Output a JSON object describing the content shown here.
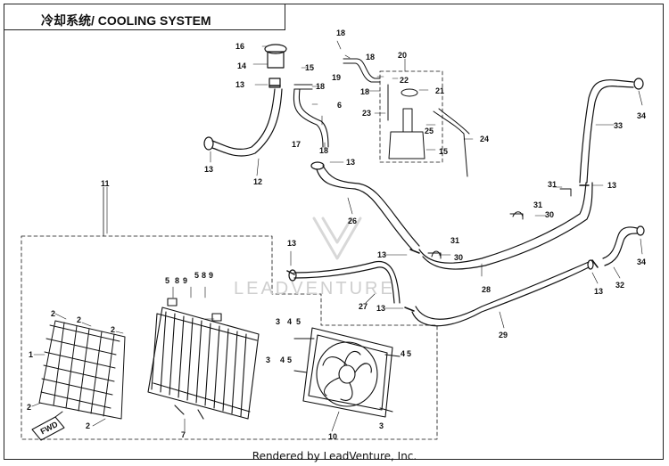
{
  "header": {
    "title": "冷却系统/ COOLING SYSTEM"
  },
  "footer": {
    "credit": "Rendered by LeadVenture, Inc."
  },
  "watermark": {
    "text": "LEADVENTURE",
    "color": "#cfcfcf"
  },
  "orientation_badge": {
    "text": "FWD"
  },
  "callouts": {
    "c1": "1",
    "c2a": "2",
    "c2b": "2",
    "c2c": "2",
    "c2d": "2",
    "c2e": "2",
    "c3a": "3",
    "c3b": "3",
    "c3c": "3",
    "c4a": "4",
    "c4b": "4",
    "c4c": "4",
    "c5a": "5",
    "c5b": "5",
    "c5c": "5",
    "c5d": "5",
    "c5e": "5",
    "c6": "6",
    "c7": "7",
    "c8a": "8",
    "c8b": "8",
    "c9a": "9",
    "c9b": "9",
    "c10": "10",
    "c11": "11",
    "c12": "12",
    "c13a": "13",
    "c13b": "13",
    "c13c": "13",
    "c13d": "13",
    "c13e": "13",
    "c13f": "13",
    "c13g": "13",
    "c13h": "13",
    "c14": "14",
    "c15a": "15",
    "c15b": "15",
    "c16": "16",
    "c17": "17",
    "c18a": "18",
    "c18b": "18",
    "c18c": "18",
    "c18d": "18",
    "c18e": "18",
    "c19": "19",
    "c20": "20",
    "c21": "21",
    "c22": "22",
    "c23": "23",
    "c24": "24",
    "c25": "25",
    "c26": "26",
    "c27": "27",
    "c28": "28",
    "c29": "29",
    "c30a": "30",
    "c30b": "30",
    "c31a": "31",
    "c31b": "31",
    "c31c": "31",
    "c32": "32",
    "c33": "33",
    "c34a": "34",
    "c34b": "34"
  }
}
